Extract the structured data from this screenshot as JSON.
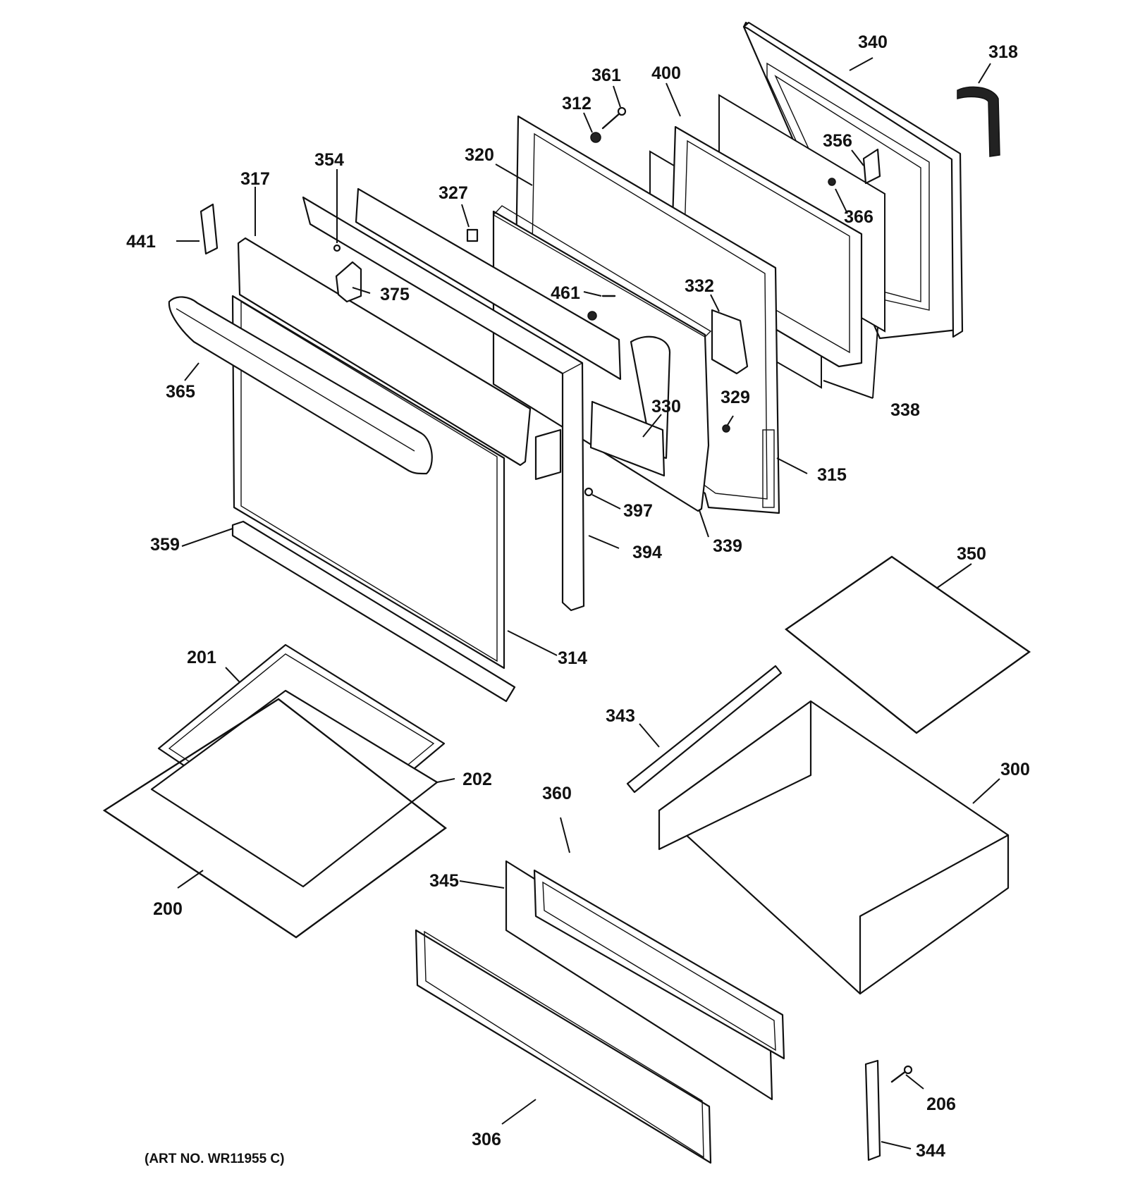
{
  "diagram": {
    "art_number": "(ART NO. WR11955 C)",
    "part_numbers": {
      "p340": "340",
      "p318": "318",
      "p361": "361",
      "p400": "400",
      "p312": "312",
      "p356": "356",
      "p320": "320",
      "p354": "354",
      "p317": "317",
      "p327": "327",
      "p366": "366",
      "p441": "441",
      "p375": "375",
      "p461": "461",
      "p332": "332",
      "p365": "365",
      "p330": "330",
      "p338": "338",
      "p329": "329",
      "p315": "315",
      "p397": "397",
      "p359": "359",
      "p394": "394",
      "p339": "339",
      "p350": "350",
      "p314": "314",
      "p201": "201",
      "p343": "343",
      "p202": "202",
      "p360": "360",
      "p300": "300",
      "p345": "345",
      "p200": "200",
      "p206": "206",
      "p306": "306",
      "p344": "344"
    }
  }
}
